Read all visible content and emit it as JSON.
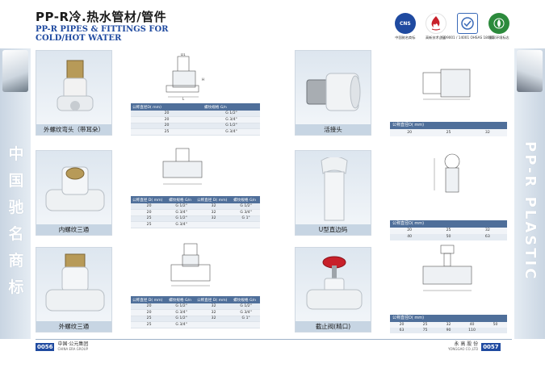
{
  "header": {
    "title_cn": "PP-R冷.热水管材/管件",
    "title_en_line1": "PP-R PIPES & FITTINGS FOR",
    "title_en_line2": "COLD/HOT WATER"
  },
  "logos": [
    {
      "mark": "CNS",
      "caption": "中国驰名商标",
      "color": "#1f4aa0"
    },
    {
      "mark": "",
      "caption": "高新技术企业",
      "color": "#c8202a"
    },
    {
      "mark": "",
      "caption": "ISO9001 / 14001 OHSAS 18001",
      "color": "#3a6ab8"
    },
    {
      "mark": "",
      "caption": "国家环境标志",
      "color": "#2c8a3c"
    }
  ],
  "side": {
    "left_text": [
      "中",
      "国",
      "驰",
      "名",
      "商",
      "标"
    ],
    "right_text": "PP-R  PLASTIC"
  },
  "products": {
    "elbow": {
      "label": "外螺纹弯头（带耳朵）",
      "table_header": [
        "公称直径D( mm)",
        "螺纹规格 G/n"
      ],
      "rows": [
        [
          "20",
          "G 1/2\""
        ],
        [
          "20",
          "G 3/4\""
        ],
        [
          "20",
          "G 1/2\""
        ],
        [
          "25",
          "G 3/4\""
        ]
      ]
    },
    "union": {
      "label": "活接头",
      "table_header": "公称直径D( mm)",
      "values": [
        "20",
        "25",
        "32"
      ]
    },
    "female_tee": {
      "label": "内螺纹三通",
      "table_header": [
        "公称直径 D( mm)",
        "螺纹规格 G/n",
        "公称直径 D( mm)",
        "螺纹规格 G/n"
      ],
      "rows": [
        [
          "20",
          "G 1/2\"",
          "32",
          "G 1/2\""
        ],
        [
          "20",
          "G 3/4\"",
          "32",
          "G 3/4\""
        ],
        [
          "25",
          "G 1/2\"",
          "32",
          "G 1\""
        ],
        [
          "25",
          "G 3/4\"",
          "",
          ""
        ]
      ]
    },
    "u_clip": {
      "label": "U型直边码",
      "table_header": "公称直径D( mm)",
      "rows": [
        [
          "20",
          "25",
          "32"
        ],
        [
          "40",
          "50",
          "63"
        ]
      ]
    },
    "male_tee": {
      "label": "外螺纹三通",
      "table_header": [
        "公称直径 D( mm)",
        "螺纹规格 G/n",
        "公称直径 D( mm)",
        "螺纹规格 G/n"
      ],
      "rows": [
        [
          "20",
          "G 1/2\"",
          "32",
          "G 1/2\""
        ],
        [
          "20",
          "G 3/4\"",
          "32",
          "G 3/4\""
        ],
        [
          "25",
          "G 1/2\"",
          "32",
          "G 1\""
        ],
        [
          "25",
          "G 3/4\"",
          "",
          ""
        ]
      ]
    },
    "valve": {
      "label": "截止阀(精口)",
      "table_header": "公称直径D( mm)",
      "rows": [
        [
          "20",
          "25",
          "32",
          "40",
          "50"
        ],
        [
          "63",
          "75",
          "90",
          "110",
          ""
        ]
      ]
    }
  },
  "footer": {
    "left_page": "0056",
    "left_company": "中国·公元集团",
    "left_company_en": "CHINA ERA GROUP",
    "right_company": "永 高 股 份",
    "right_company_en": "YONGGAO CO.,LTD",
    "right_page": "0057"
  }
}
